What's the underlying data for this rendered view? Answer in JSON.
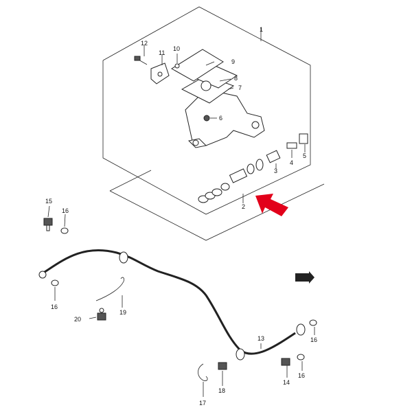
{
  "labels": {
    "p1": "1",
    "p2": "2",
    "p3": "3",
    "p4": "4",
    "p5": "5",
    "p6": "6",
    "p7": "7",
    "p8": "8",
    "p9": "9",
    "p10": "10",
    "p11": "11",
    "p12": "12",
    "p13": "13",
    "p14": "14",
    "p15": "15",
    "p16a": "16",
    "p16b": "16",
    "p16c": "16",
    "p16d": "16",
    "p17": "17",
    "p18": "18",
    "p19": "19",
    "p20": "20"
  },
  "colors": {
    "arrow": "#e2001a",
    "line": "#222222"
  },
  "icons": {
    "callout": "red-arrow-icon",
    "fwd": "front-direction-icon"
  }
}
